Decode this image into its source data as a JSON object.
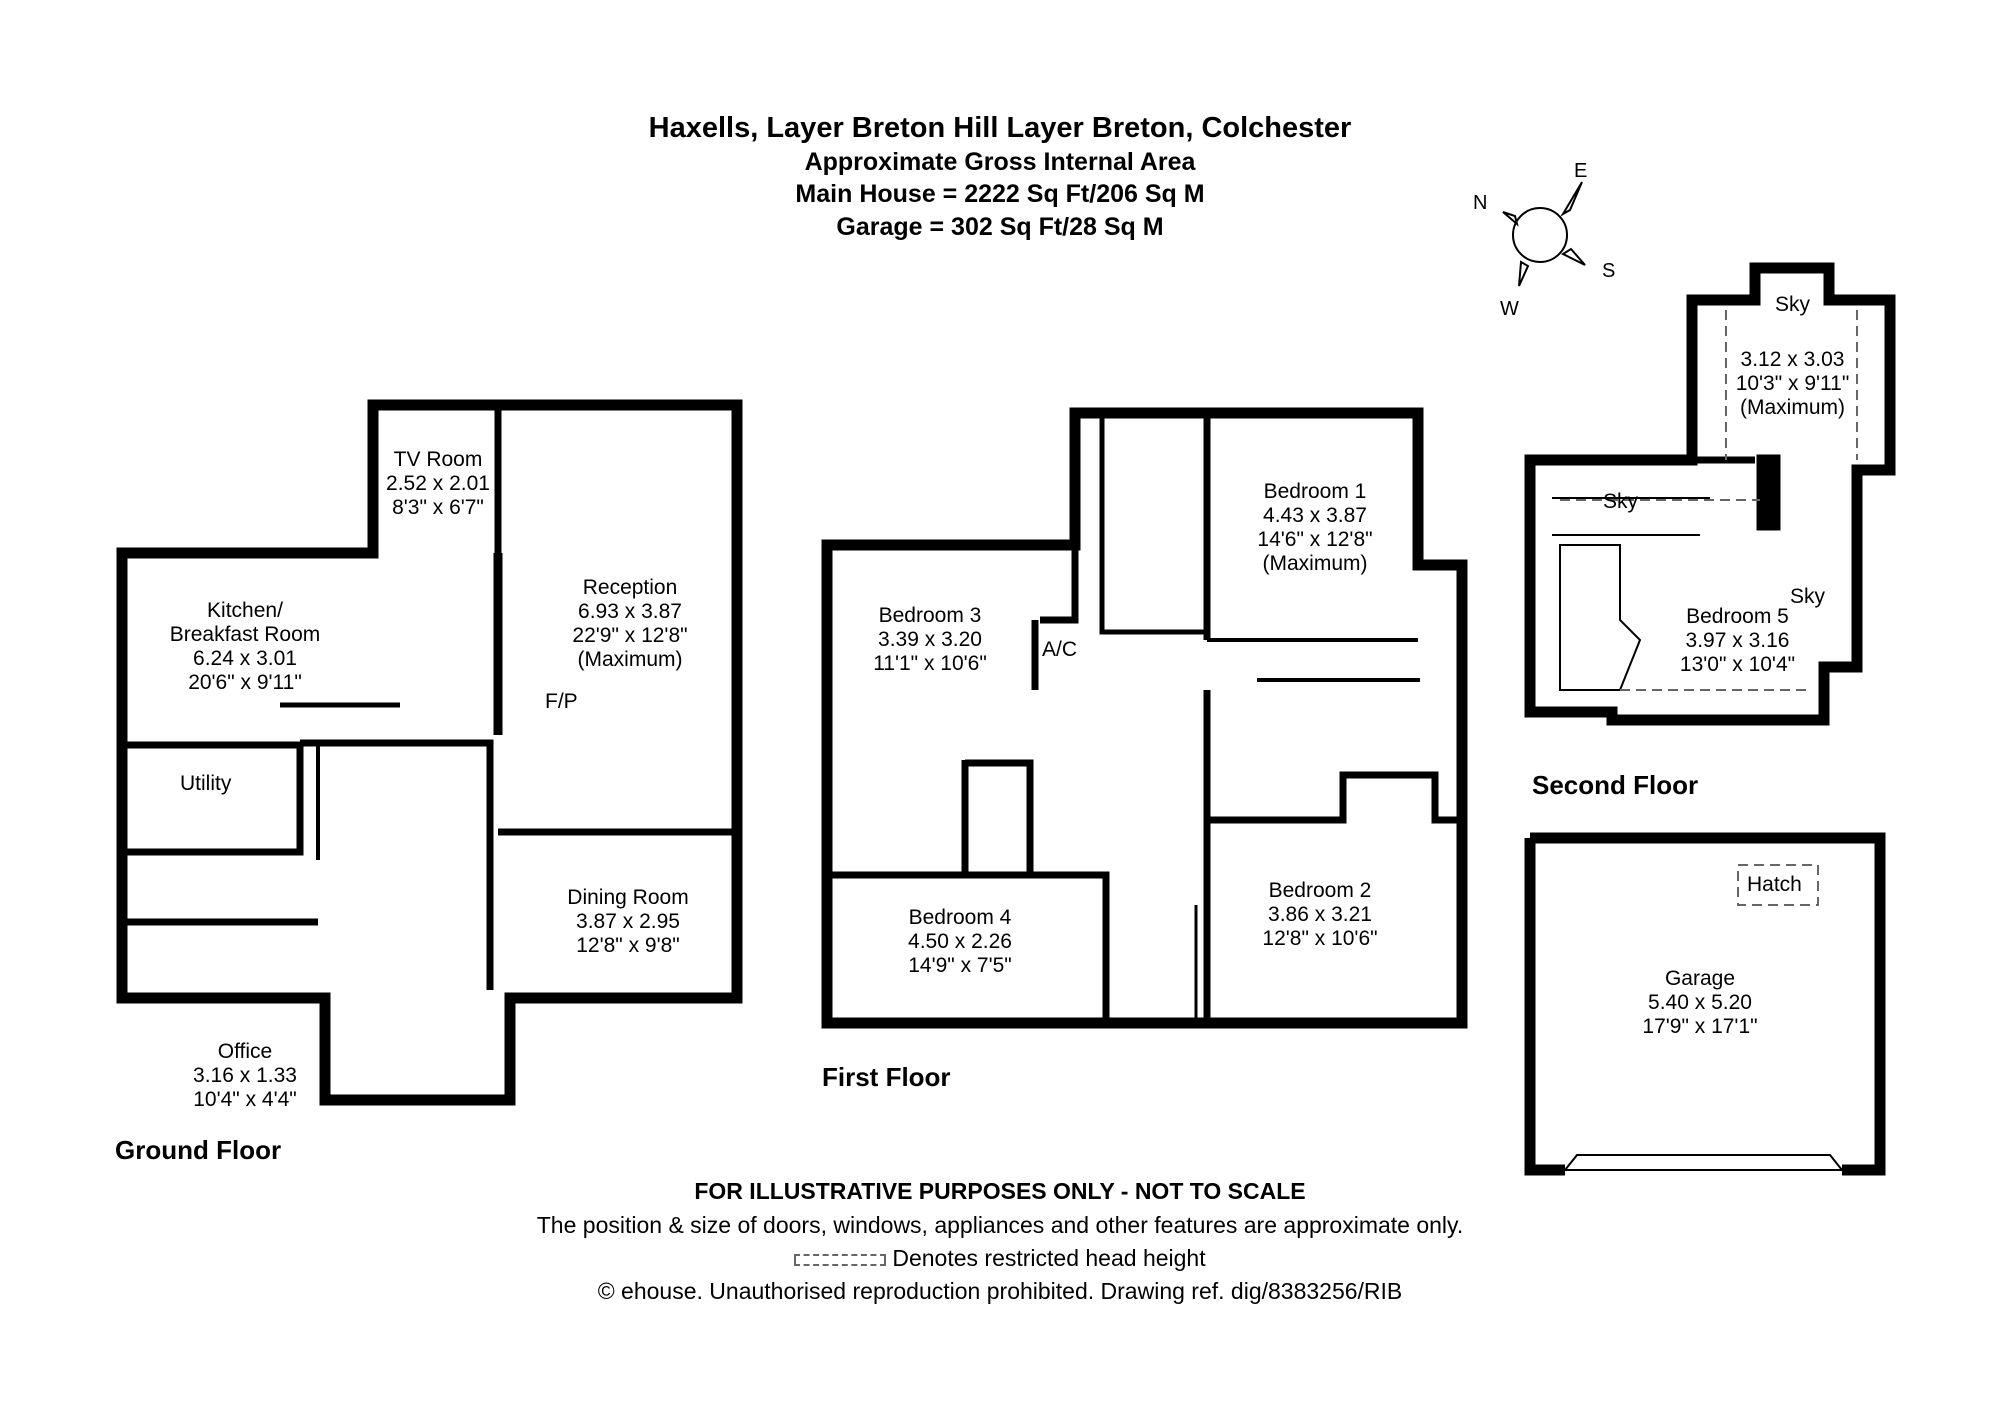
{
  "header": {
    "address": "Haxells, Layer Breton Hill Layer Breton, Colchester",
    "area_title": "Approximate Gross Internal Area",
    "main_house": "Main House = 2222 Sq Ft/206 Sq M",
    "garage": "Garage = 302 Sq Ft/28 Sq M"
  },
  "compass": {
    "n": "N",
    "e": "E",
    "s": "S",
    "w": "W",
    "icon": "compass-rose-icon"
  },
  "floors": {
    "ground": "Ground Floor",
    "first": "First Floor",
    "second": "Second Floor"
  },
  "rooms": {
    "tv_room": {
      "name": "TV Room",
      "metric": "2.52 x 2.01",
      "imperial": "8'3\" x 6'7\""
    },
    "reception": {
      "name": "Reception",
      "metric": "6.93 x 3.87",
      "imperial": "22'9\" x 12'8\"",
      "note": "(Maximum)"
    },
    "kitchen": {
      "name1": "Kitchen/",
      "name2": "Breakfast Room",
      "metric": "6.24 x 3.01",
      "imperial": "20'6\" x 9'11\""
    },
    "utility": {
      "name": "Utility"
    },
    "fp": {
      "name": "F/P"
    },
    "dining": {
      "name": "Dining Room",
      "metric": "3.87 x 2.95",
      "imperial": "12'8\" x 9'8\""
    },
    "office": {
      "name": "Office",
      "metric": "3.16 x 1.33",
      "imperial": "10'4\" x 4'4\""
    },
    "bedroom1": {
      "name": "Bedroom 1",
      "metric": "4.43 x 3.87",
      "imperial": "14'6\" x 12'8\"",
      "note": "(Maximum)"
    },
    "bedroom2": {
      "name": "Bedroom 2",
      "metric": "3.86 x 3.21",
      "imperial": "12'8\" x 10'6\""
    },
    "bedroom3": {
      "name": "Bedroom 3",
      "metric": "3.39 x 3.20",
      "imperial": "11'1\" x 10'6\""
    },
    "bedroom4": {
      "name": "Bedroom 4",
      "metric": "4.50 x 2.26",
      "imperial": "14'9\" x 7'5\""
    },
    "ac": {
      "name": "A/C"
    },
    "attic": {
      "metric": "3.12 x 3.03",
      "imperial": "10'3\" x 9'11\"",
      "note": "(Maximum)"
    },
    "bedroom5": {
      "name": "Bedroom 5",
      "metric": "3.97 x 3.16",
      "imperial": "13'0\" x 10'4\""
    },
    "sky": "Sky",
    "garage": {
      "name": "Garage",
      "metric": "5.40 x 5.20",
      "imperial": "17'9\" x 17'1\""
    },
    "hatch": "Hatch"
  },
  "footer": {
    "disclaimer": "FOR ILLUSTRATIVE PURPOSES ONLY - NOT TO SCALE",
    "approx": "The position & size of doors, windows, appliances and other features are approximate only.",
    "restricted": "Denotes restricted head height",
    "copyright": "© ehouse. Unauthorised reproduction prohibited. Drawing ref. dig/8383256/RIB"
  },
  "colors": {
    "wall": "#000000",
    "background": "#ffffff",
    "dash": "#666666"
  }
}
